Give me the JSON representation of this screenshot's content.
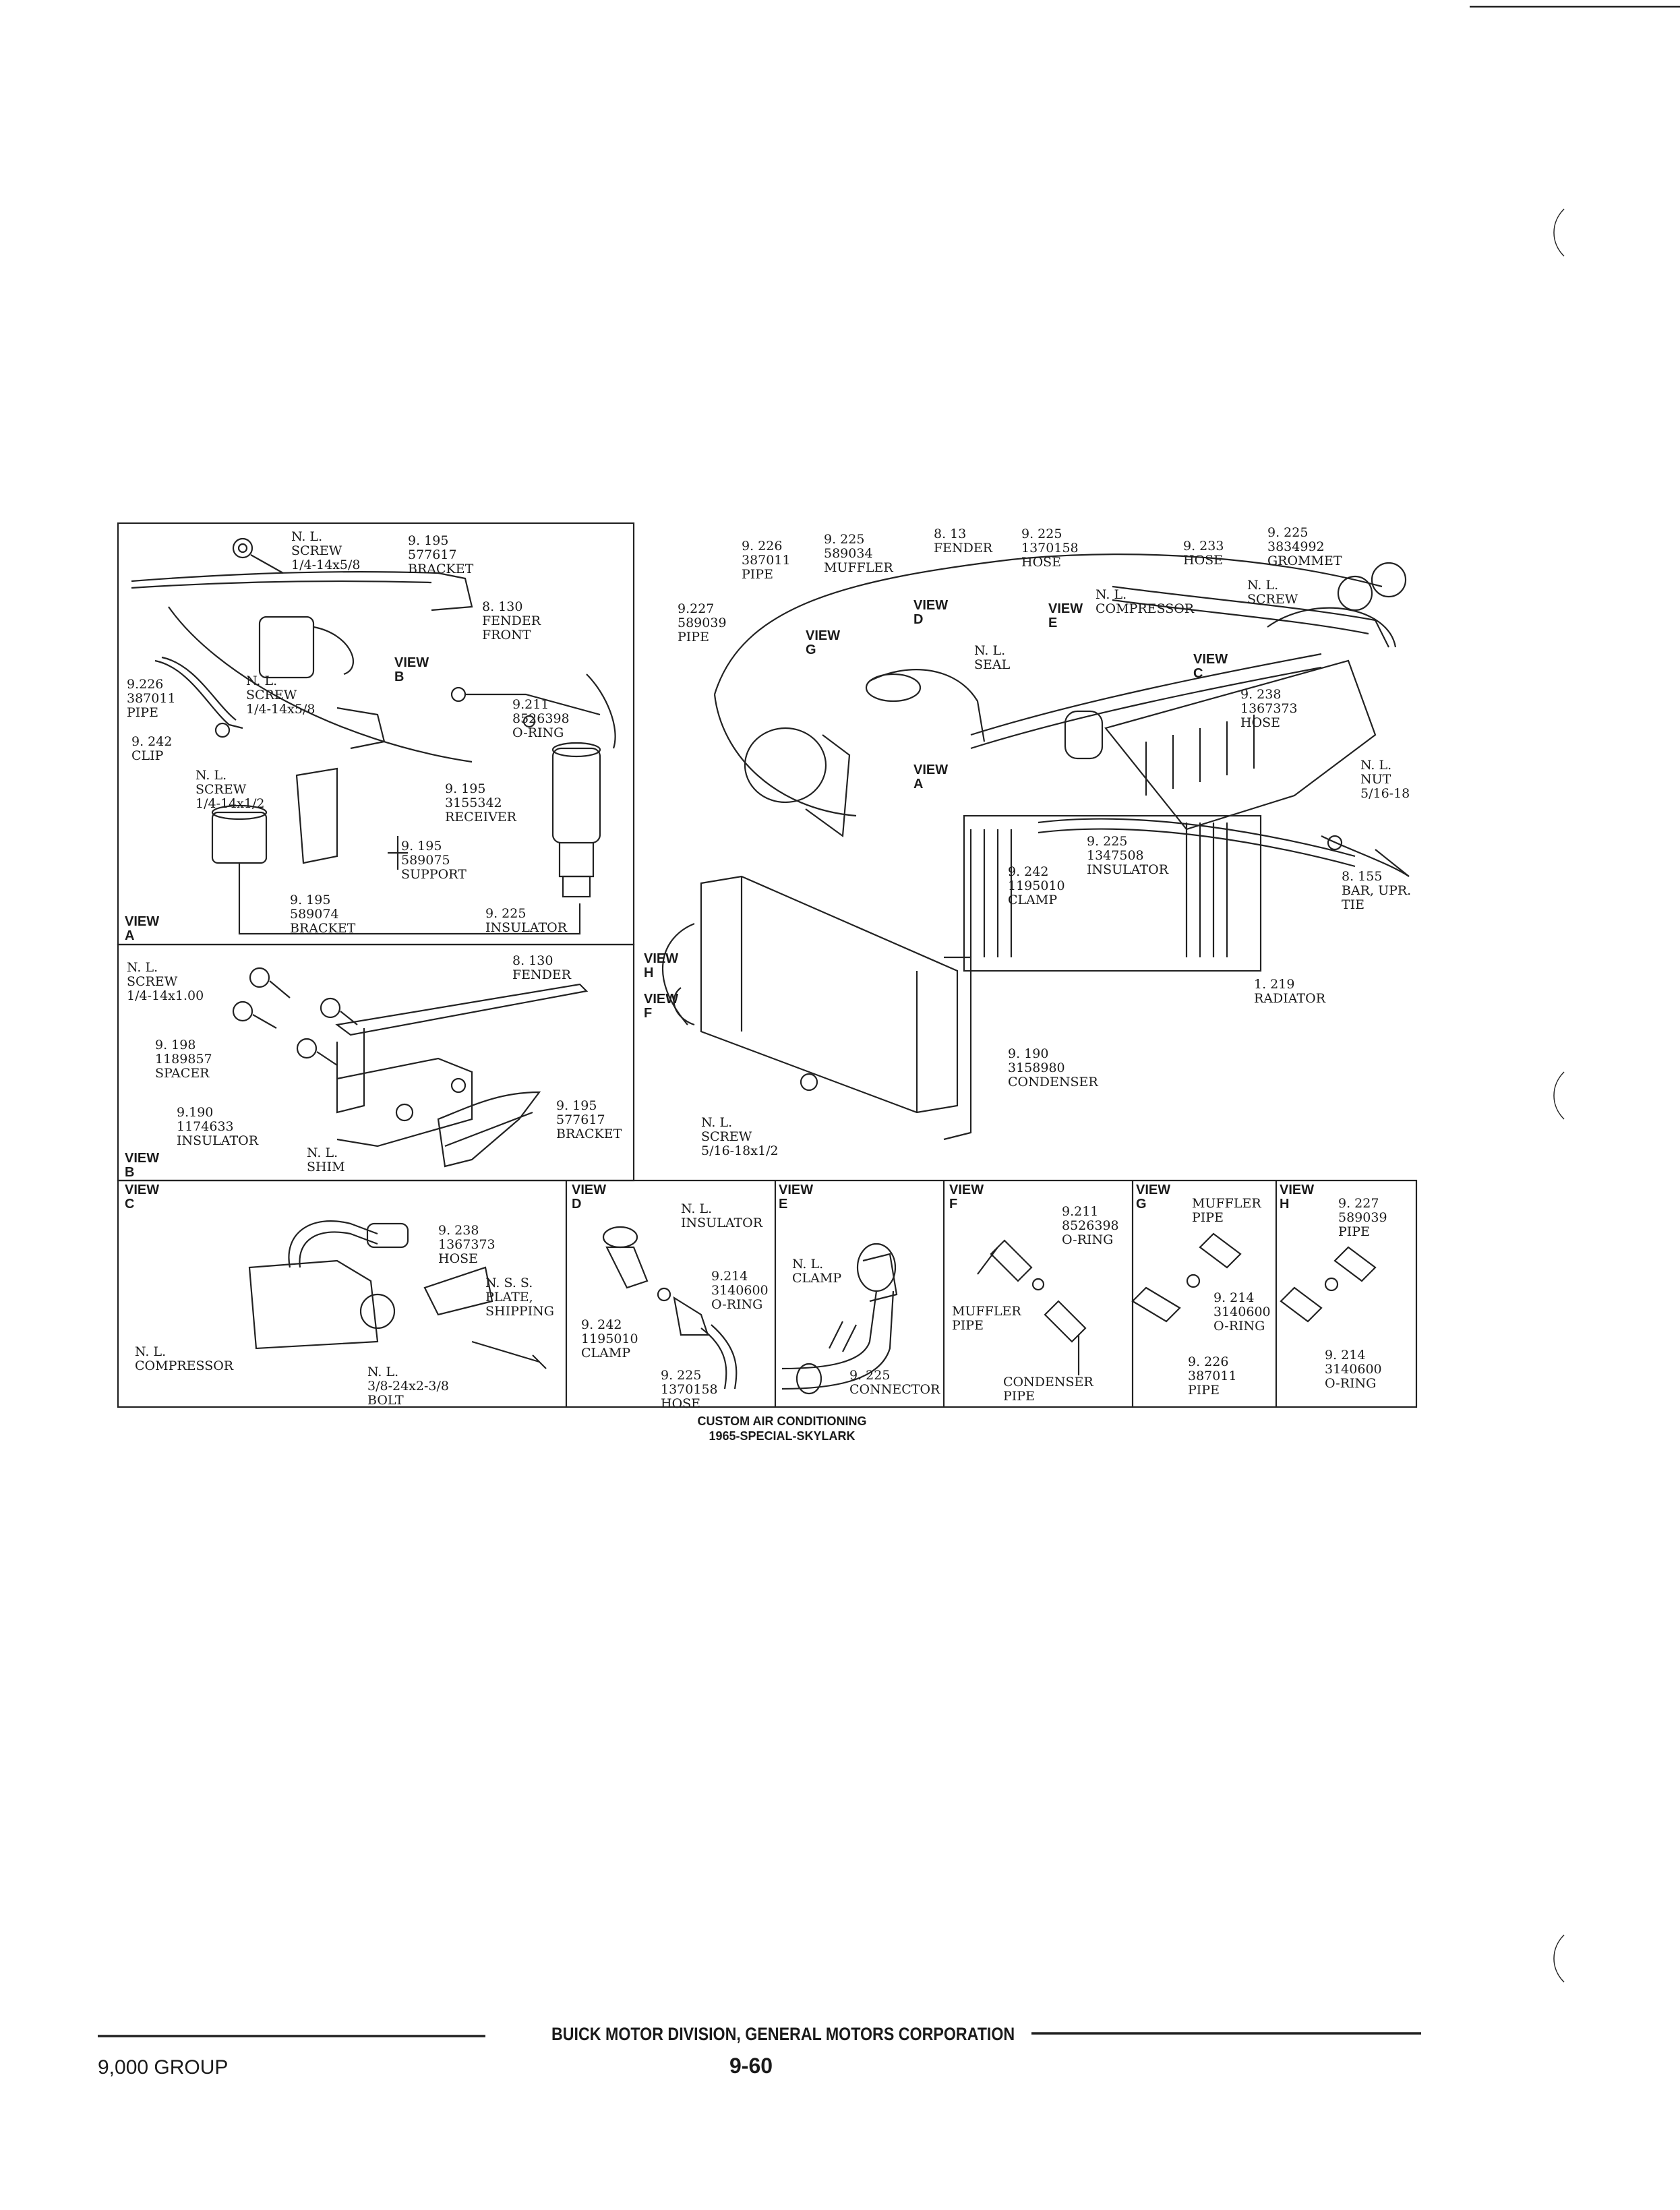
{
  "document": {
    "caption_line1": "CUSTOM AIR CONDITIONING",
    "caption_line2": "1965-SPECIAL-SKYLARK",
    "footer_title": "BUICK MOTOR DIVISION, GENERAL MOTORS CORPORATION",
    "group": "9,000 GROUP",
    "page_number": "9-60"
  },
  "views": {
    "a": "VIEW\nA",
    "b": "VIEW\nB",
    "c": "VIEW\nC",
    "d": "VIEW\nD",
    "e": "VIEW\nE",
    "f": "VIEW\nF",
    "g": "VIEW\nG",
    "h": "VIEW\nH",
    "main_b": "VIEW\nB",
    "main_a": "VIEW\nA",
    "main_c": "VIEW\nC",
    "main_d": "VIEW\nD",
    "main_e": "VIEW\nE",
    "main_g": "VIEW\nG",
    "main_h": "VIEW\nH",
    "main_f": "VIEW\nF"
  },
  "view_a_labels": {
    "screw_top": "N. L.\nSCREW\n1/4-14x5/8",
    "bracket_577617": "9. 195\n577617\nBRACKET",
    "fender_front": "8. 130\nFENDER\nFRONT",
    "pipe_387011": "9.226\n387011\nPIPE",
    "clip": "9. 242\nCLIP",
    "screw_mid": "N. L.\nSCREW\n1/4-14x5/8",
    "oring_8526398": "9.211\n8526398\nO-RING",
    "screw_low": "N. L.\nSCREW\n1/4-14x1/2",
    "receiver": "9. 195\n3155342\nRECEIVER",
    "support": "9. 195\n589075\nSUPPORT",
    "bracket_589074": "9. 195\n589074\nBRACKET",
    "insulator": "9. 225\nINSULATOR"
  },
  "view_b_labels": {
    "screw": "N. L.\nSCREW\n1/4-14x1.00",
    "fender": "8. 130\nFENDER",
    "spacer": "9. 198\n1189857\nSPACER",
    "insulator": "9.190\n1174633\nINSULATOR",
    "shim": "N. L.\nSHIM",
    "bracket": "9. 195\n577617\nBRACKET"
  },
  "main_labels": {
    "pipe_387011": "9. 226\n387011\nPIPE",
    "muffler": "9. 225\n589034\nMUFFLER",
    "fender": "8. 13\nFENDER",
    "hose_1370158": "9. 225\n1370158\nHOSE",
    "hose_9233": "9. 233\nHOSE",
    "grommet": "9. 225\n3834992\nGROMMET",
    "pipe_589039": "9.227\n589039\nPIPE",
    "nl_screw": "N. L.\nSCREW",
    "nl_compressor": "N. L.\nCOMPRESSOR",
    "nl_seal": "N. L.\nSEAL",
    "hose_1367373": "9. 238\n1367373\nHOSE",
    "nut": "N. L.\nNUT\n5/16-18",
    "insulator_1347508": "9. 225\n1347508\nINSULATOR",
    "clamp_1195010": "9. 242\n1195010\nCLAMP",
    "bar_upr_tie": "8. 155\nBAR, UPR.\nTIE",
    "radiator": "1. 219\nRADIATOR",
    "condenser": "9. 190\n3158980\nCONDENSER",
    "screw_condenser": "N. L.\nSCREW\n5/16-18x1/2"
  },
  "view_c_labels": {
    "hose": "9. 238\n1367373\nHOSE",
    "plate": "N. S. S.\nPLATE,\nSHIPPING",
    "compressor": "N. L.\nCOMPRESSOR",
    "bolt": "N. L.\n3/8-24x2-3/8\nBOLT"
  },
  "view_d_labels": {
    "insulator": "N. L.\nINSULATOR",
    "oring": "9.214\n3140600\nO-RING",
    "clamp": "9. 242\n1195010\nCLAMP",
    "hose": "9. 225\n1370158\nHOSE"
  },
  "view_e_labels": {
    "clamp": "N. L.\nCLAMP",
    "connector": "9. 225\nCONNECTOR"
  },
  "view_f_labels": {
    "oring": "9.211\n8526398\nO-RING",
    "muffler_pipe": "MUFFLER\nPIPE",
    "condenser_pipe": "CONDENSER\nPIPE"
  },
  "view_g_labels": {
    "muffler_pipe": "MUFFLER\nPIPE",
    "oring": "9. 214\n3140600\nO-RING",
    "pipe": "9. 226\n387011\nPIPE"
  },
  "view_h_labels": {
    "pipe": "9. 227\n589039\nPIPE",
    "oring": "9. 214\n3140600\nO-RING"
  }
}
